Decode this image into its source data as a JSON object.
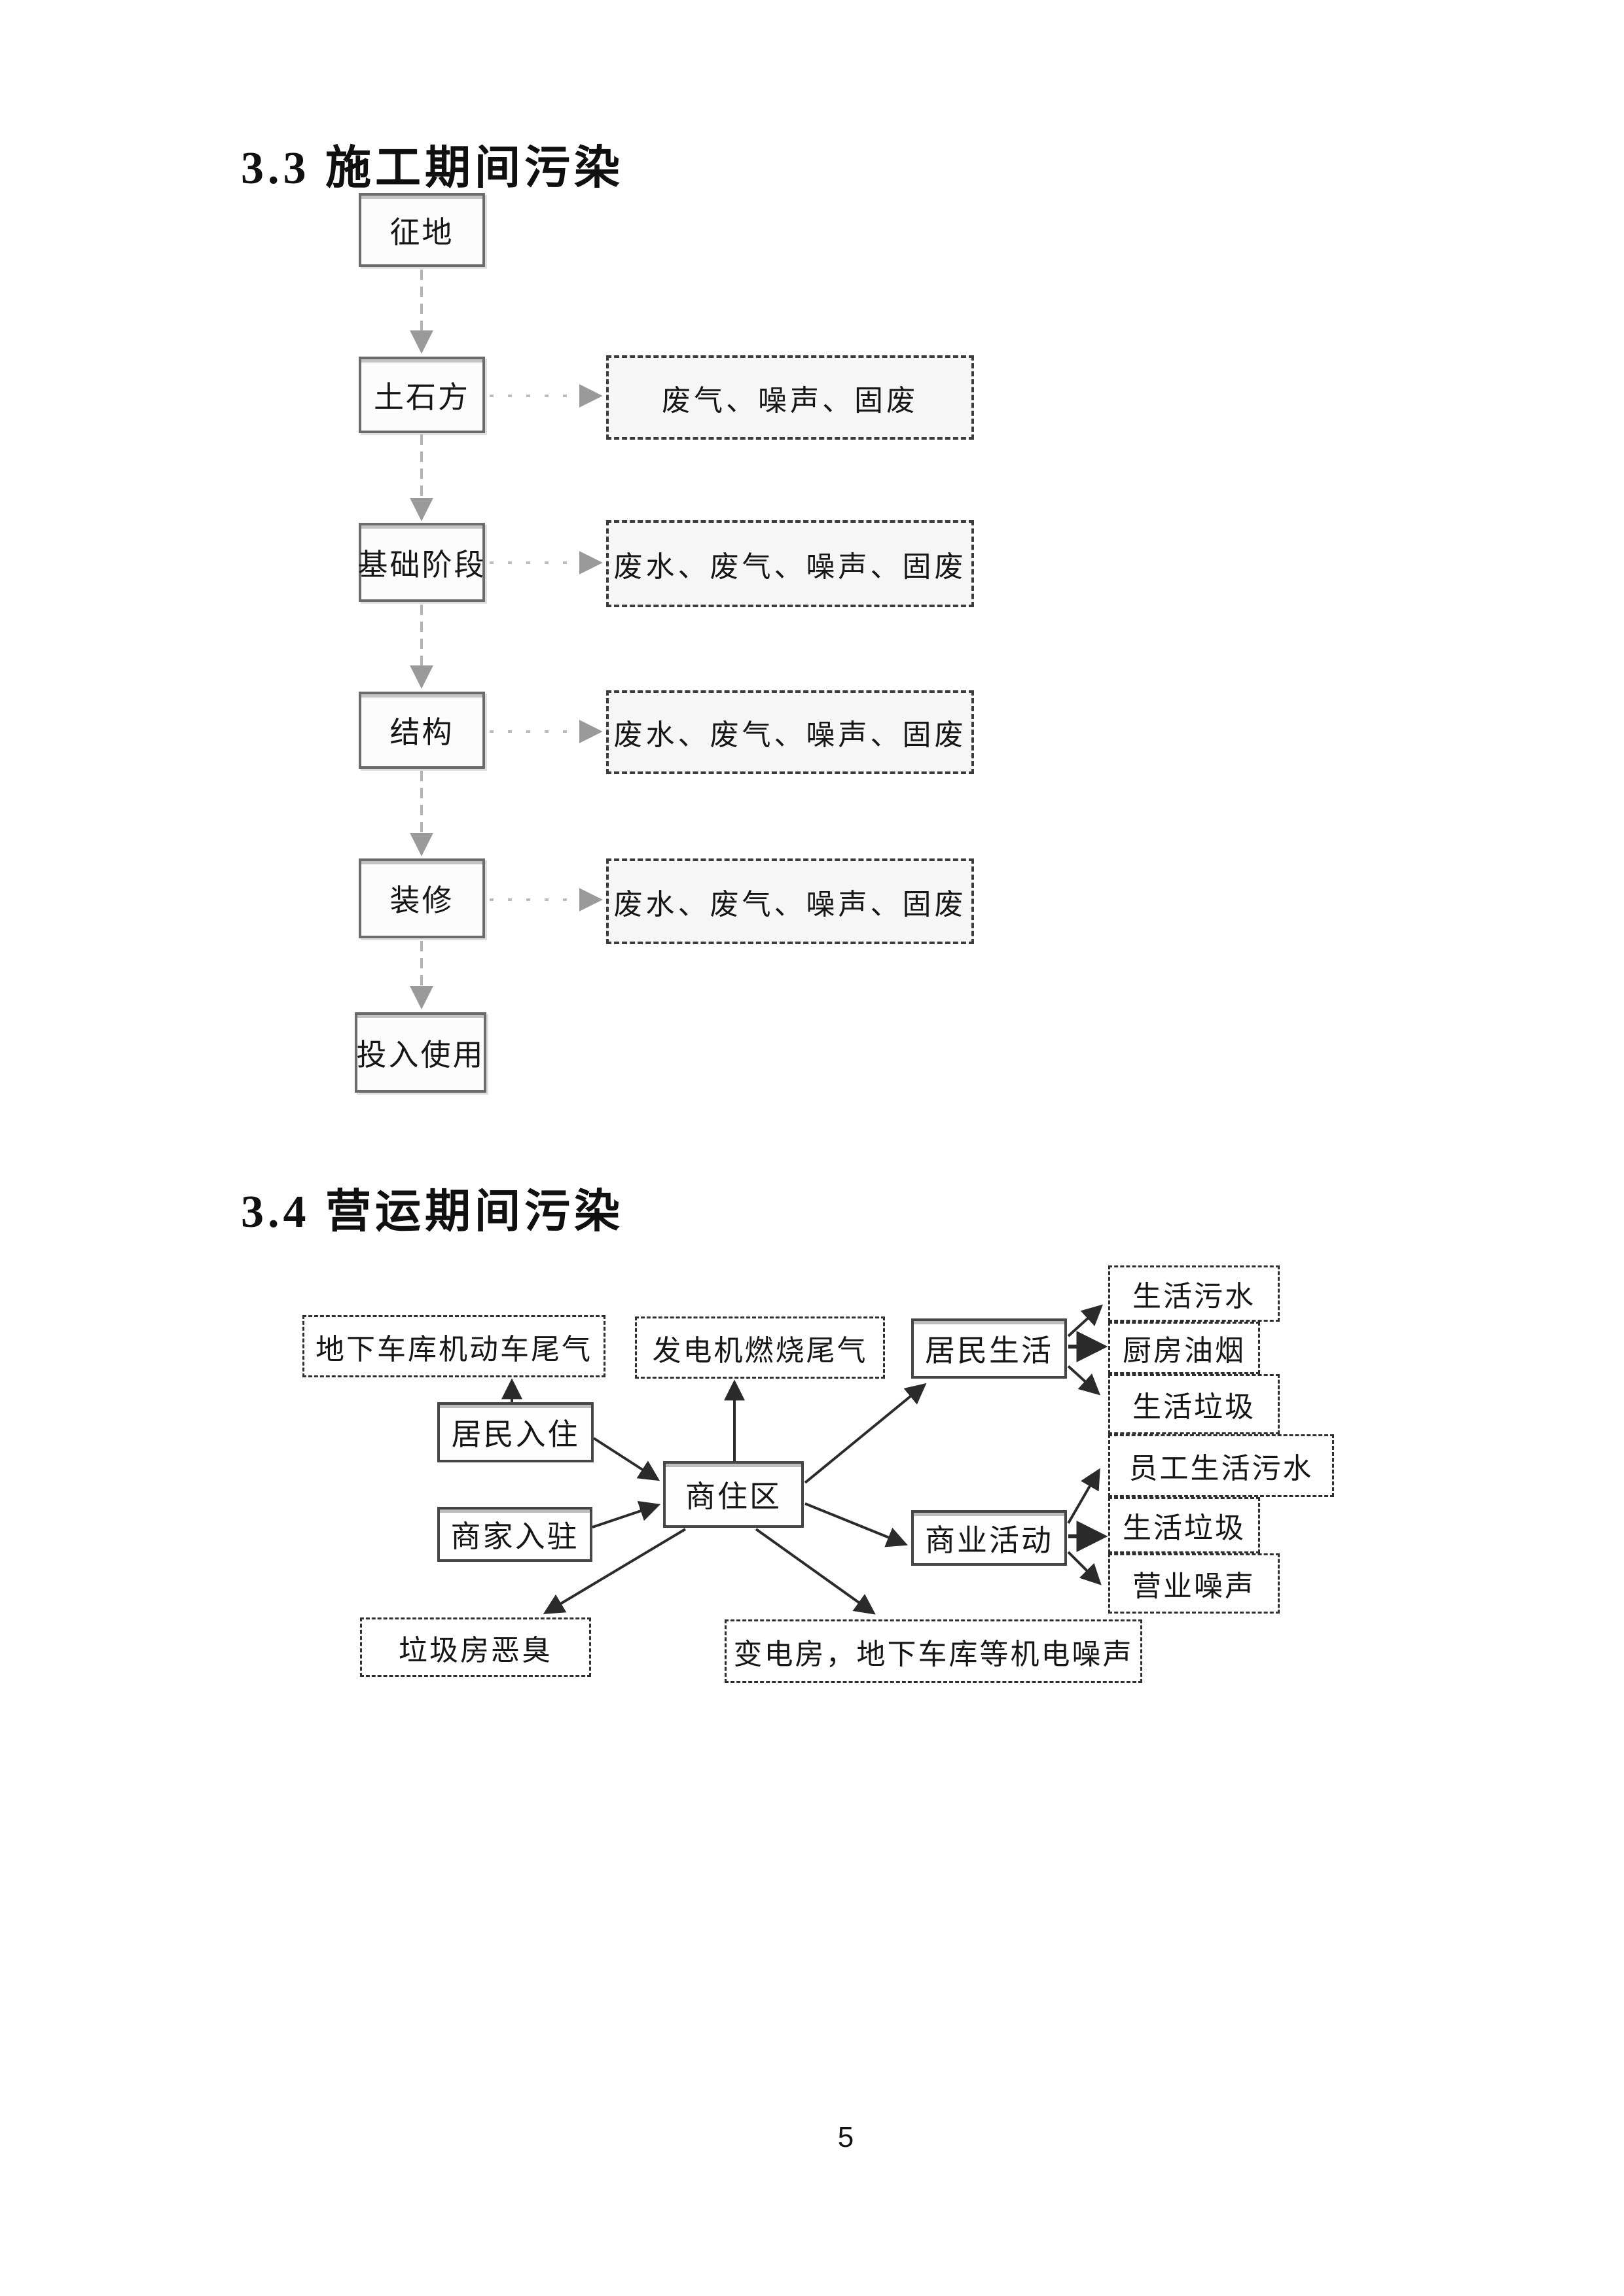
{
  "page": {
    "number": "5"
  },
  "section_33": {
    "title": "3.3 施工期间污染",
    "stages": [
      "征地",
      "土石方",
      "基础阶段",
      "结构",
      "装修",
      "投入使用"
    ],
    "emissions": [
      "废气、噪声、固废",
      "废水、废气、噪声、固废",
      "废水、废气、噪声、固废",
      "废水、废气、噪声、固废"
    ]
  },
  "section_34": {
    "title": "3.4 营运期间污染",
    "nodes": {
      "garage_exhaust": "地下车库机动车尾气",
      "generator_exhaust": "发电机燃烧尾气",
      "residents_movein": "居民入住",
      "merchants_movein": "商家入驻",
      "mixed_district": "商住区",
      "resident_life": "居民生活",
      "commercial_activity": "商业活动",
      "domestic_sewage": "生活污水",
      "kitchen_fume": "厨房油烟",
      "domestic_garbage_res": "生活垃圾",
      "staff_sewage": "员工生活污水",
      "domestic_garbage_biz": "生活垃圾",
      "business_noise": "营业噪声",
      "garbage_odor": "垃圾房恶臭",
      "mech_noise": "变电房，地下车库等机电噪声"
    }
  }
}
